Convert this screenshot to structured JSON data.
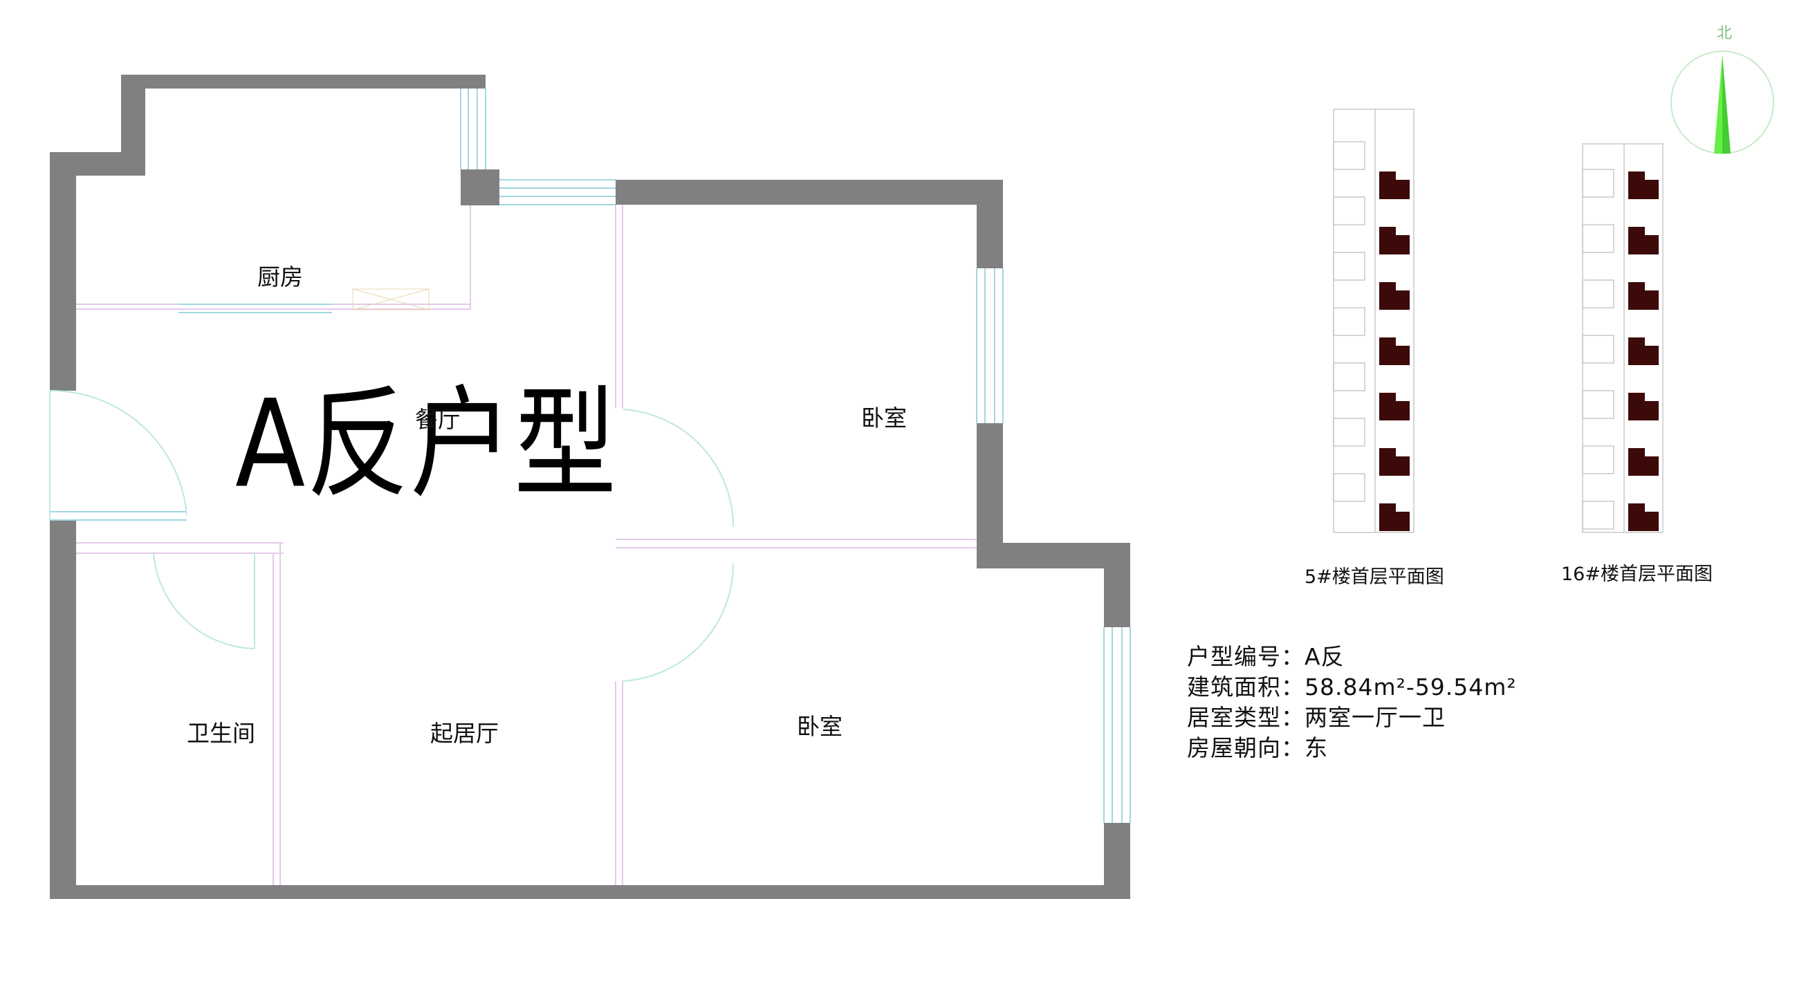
{
  "title": "A反户型",
  "rooms": {
    "kitchen": "厨房",
    "dining": "餐厅",
    "bedroom_upper": "卧室",
    "bedroom_lower": "卧室",
    "bathroom": "卫生间",
    "living": "起居厅"
  },
  "locator_plans": [
    {
      "caption": "5#楼首层平面图"
    },
    {
      "caption": "16#楼首层平面图"
    }
  ],
  "info": {
    "type_label": "户型编号：",
    "type_value": "A反",
    "area_label": "建筑面积：",
    "area_value": "58.84m²-59.54m²",
    "rooms_label": "居室类型：",
    "rooms_value": "两室一厅一卫",
    "orientation_label": "房屋朝向：",
    "orientation_value": "东"
  },
  "compass": {
    "label": "北"
  },
  "colors": {
    "wall": "#808080",
    "highlight_unit": "#3d0a0a",
    "compass_needle": "#66ee44",
    "window_line": "#9fd8df"
  }
}
